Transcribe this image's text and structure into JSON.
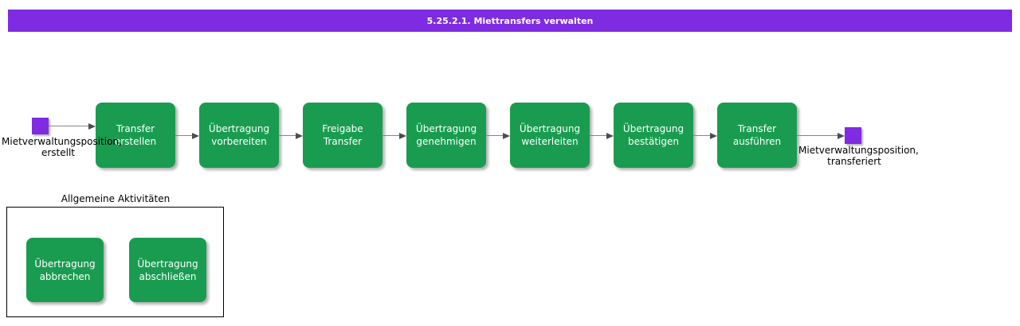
{
  "header": {
    "title": "5.25.2.1. Miettransfers verwalten"
  },
  "colors": {
    "banner_purple": "#7E2BE2",
    "event_purple": "#7E2BE2",
    "activity_green": "#199C50",
    "arrow_gray": "#868686",
    "arrowhead_gray": "#4d4d4d"
  },
  "flow": {
    "start_event": {
      "line1": "Mietverwaltungsposition,",
      "line2": "erstellt"
    },
    "steps": [
      {
        "line1": "Transfer",
        "line2": "erstellen"
      },
      {
        "line1": "Übertragung",
        "line2": "vorbereiten"
      },
      {
        "line1": "Freigabe",
        "line2": "Transfer"
      },
      {
        "line1": "Übertragung",
        "line2": "genehmigen"
      },
      {
        "line1": "Übertragung",
        "line2": "weiterleiten"
      },
      {
        "line1": "Übertragung",
        "line2": "bestätigen"
      },
      {
        "line1": "Transfer",
        "line2": "ausführen"
      }
    ],
    "end_event": {
      "line1": "Mietverwaltungsposition,",
      "line2": "transferiert"
    }
  },
  "general_activities": {
    "title": "Allgemeine Aktivitäten",
    "items": [
      {
        "line1": "Übertragung",
        "line2": "abbrechen"
      },
      {
        "line1": "Übertragung",
        "line2": "abschließen"
      }
    ]
  }
}
